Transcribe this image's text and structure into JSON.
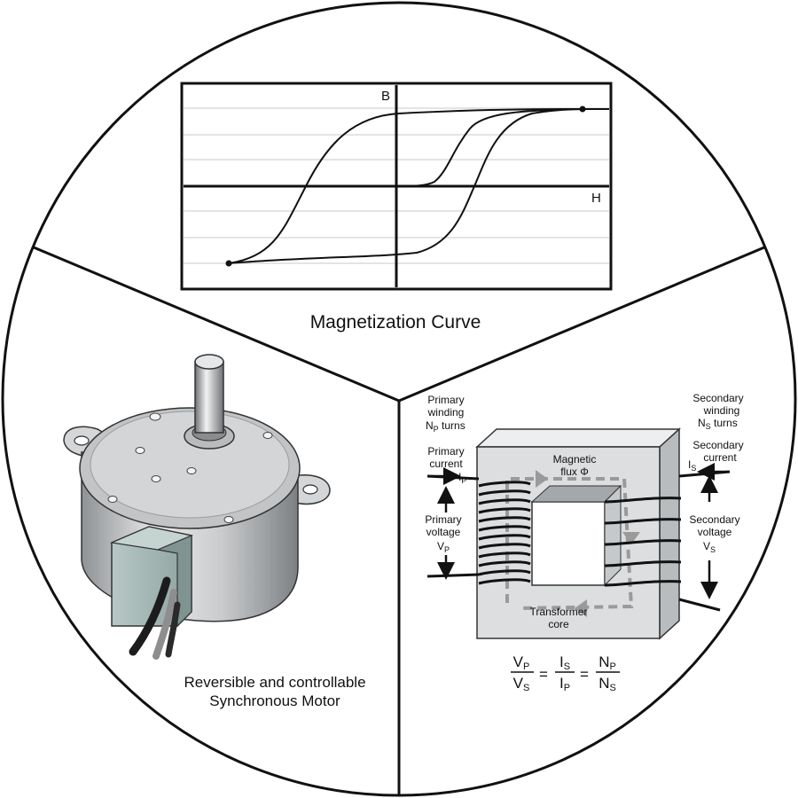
{
  "magnetization": {
    "caption": "Magnetization Curve",
    "axis_b": "B",
    "axis_h": "H"
  },
  "motor": {
    "caption_line1": "Reversible and controllable",
    "caption_line2": "Synchronous Motor"
  },
  "transformer": {
    "primary_winding": [
      "Primary",
      "winding"
    ],
    "primary_turns": {
      "main": "N",
      "sub": "P",
      "rest": " turns"
    },
    "primary_current": [
      "Primary",
      "current"
    ],
    "ip": {
      "main": "I",
      "sub": "P"
    },
    "primary_voltage": [
      "Primary",
      "voltage"
    ],
    "vp": {
      "main": "V",
      "sub": "P"
    },
    "magnetic_flux": [
      "Magnetic",
      "flux Φ"
    ],
    "transformer_core": [
      "Transformer",
      "core"
    ],
    "secondary_winding": [
      "Secondary",
      "winding"
    ],
    "secondary_turns": {
      "main": "N",
      "sub": "S",
      "rest": " turns"
    },
    "secondary_current": [
      "Secondary",
      "current"
    ],
    "is": {
      "main": "I",
      "sub": "S"
    },
    "secondary_voltage": [
      "Secondary",
      "voltage"
    ],
    "vs": {
      "main": "V",
      "sub": "S"
    },
    "equation": {
      "f1_num": {
        "main": "V",
        "sub": "P"
      },
      "f1_den": {
        "main": "V",
        "sub": "S"
      },
      "f2_num": {
        "main": "I",
        "sub": "S"
      },
      "f2_den": {
        "main": "I",
        "sub": "P"
      },
      "f3_num": {
        "main": "N",
        "sub": "P"
      },
      "f3_den": {
        "main": "N",
        "sub": "S"
      },
      "equals": "="
    }
  },
  "colors": {
    "line": "#111111",
    "grid": "#c8c8c8",
    "core": "#dcdedf",
    "motor_body": "#c9cbcd",
    "motor_box": "#a9bcb9",
    "flux_arrow": "#9a9a9a"
  }
}
